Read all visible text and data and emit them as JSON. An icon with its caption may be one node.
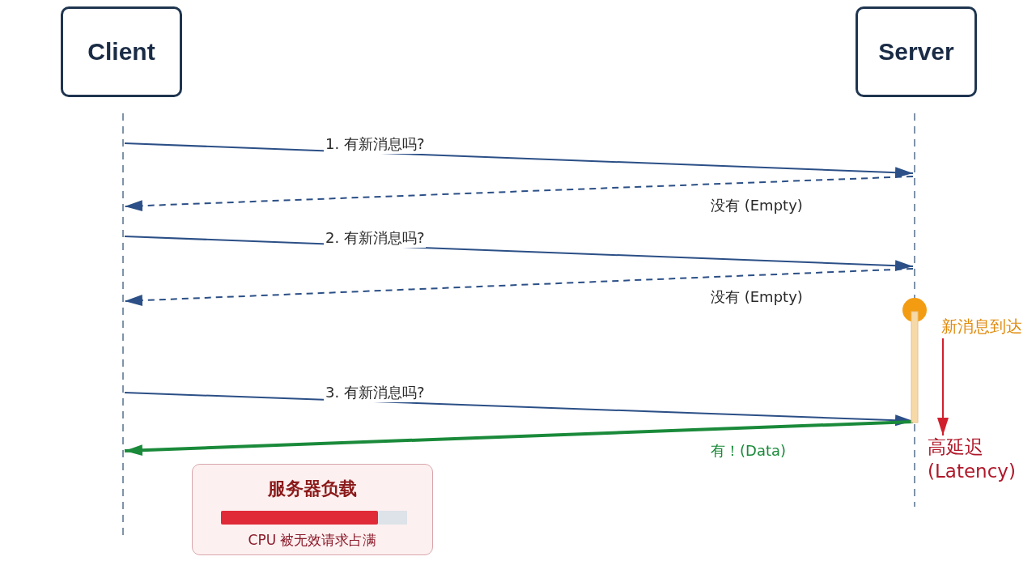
{
  "diagram": {
    "nodes": [
      {
        "text": [
          "Client"
        ]
      },
      {
        "text": [
          "Server"
        ]
      },
      {
        "text": [],
        "shape": "line"
      },
      {
        "text": [],
        "shape": "line"
      },
      {
        "text": [
          "服务器负载",
          "CPU 被无效请求占满"
        ]
      },
      {
        "text": [
          "新消息到达"
        ]
      },
      {
        "text": [
          "高延迟 (Latency)"
        ]
      }
    ],
    "edges": [
      {
        "from": 2,
        "to": 3,
        "arrow": "to",
        "label": "1. 有新消息吗?"
      },
      {
        "from": 3,
        "to": 2,
        "arrow": "to",
        "style": "dashed",
        "label": "没有 (Empty)"
      },
      {
        "from": 2,
        "to": 3,
        "arrow": "to",
        "label": "2. 有新消息吗?"
      },
      {
        "from": 3,
        "to": 2,
        "arrow": "to",
        "style": "dashed",
        "label": "没有 (Empty)"
      },
      {
        "from": 2,
        "to": 3,
        "arrow": "to",
        "label": "3. 有新消息吗?"
      },
      {
        "from": 3,
        "to": 2,
        "arrow": "to",
        "style": "thick",
        "color": "#1a8a3a",
        "label": "有！(Data)"
      },
      {
        "from": 5,
        "to": 6,
        "arrow": "to",
        "color": "#d0202e"
      }
    ]
  }
}
